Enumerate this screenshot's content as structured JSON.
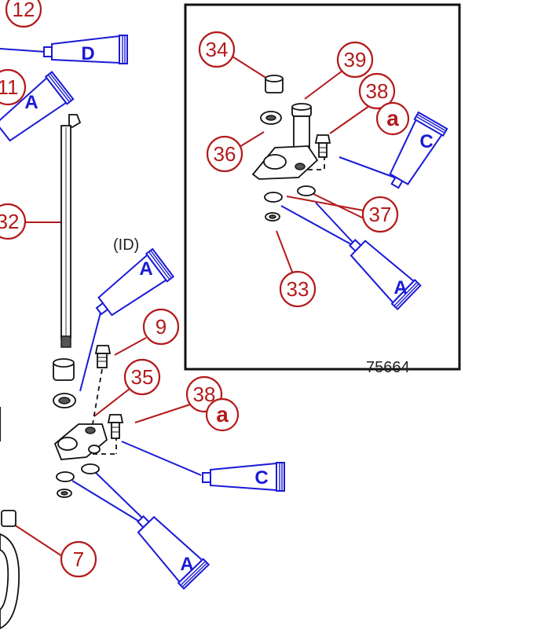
{
  "callouts": {
    "c12": "12",
    "c11": "11",
    "c32": "32",
    "c9": "9",
    "c35": "35",
    "c38_main": "38",
    "c7": "7",
    "c34": "34",
    "c39": "39",
    "c38_inset": "38",
    "c36": "36",
    "c37": "37",
    "c33": "33"
  },
  "notes": {
    "a_main": "a",
    "a_inset": "a"
  },
  "tubes": {
    "d_top": "D",
    "a_upper_left": "A",
    "a_id": "A",
    "c_main": "C",
    "a_bottom": "A",
    "c_inset": "C",
    "a_inset": "A"
  },
  "labels": {
    "id_label": "(ID)",
    "ref_number": "75664"
  },
  "colors": {
    "callout_red": "#b31b1b",
    "lubricant_blue": "#1a1ad6",
    "outline": "#111111"
  }
}
